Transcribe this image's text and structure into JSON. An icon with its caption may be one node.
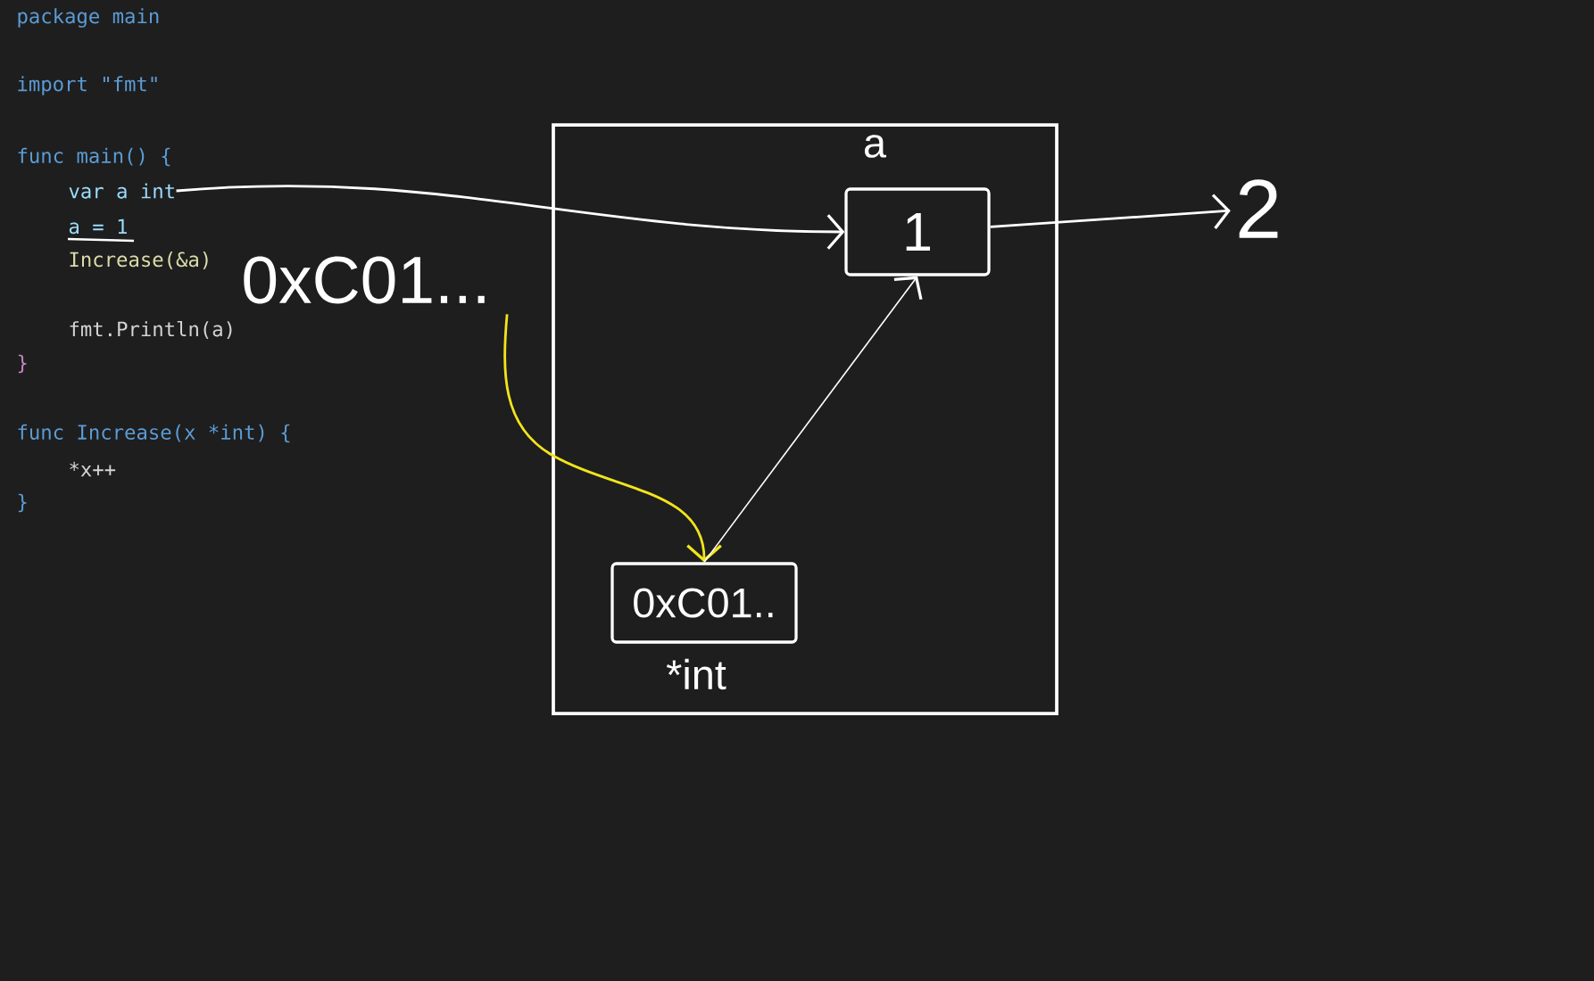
{
  "diagram": {
    "nodes": [
      {
        "text": [],
        "shape": "box"
      },
      {
        "text": [
          "1"
        ],
        "beside": [
          "a"
        ],
        "in": 0
      },
      {
        "text": [
          "0xC01.."
        ],
        "beside": [
          "*int"
        ],
        "in": 0
      },
      {
        "text": [
          "2"
        ]
      },
      {
        "text": [
          "0xC01..."
        ]
      },
      {
        "text": [
          "var a int"
        ]
      }
    ],
    "edges": [
      {
        "from": 5,
        "to": 1,
        "arrow": "to"
      },
      {
        "from": 1,
        "to": 3,
        "arrow": "to"
      },
      {
        "from": 4,
        "to": 2,
        "arrow": "to",
        "color": "#f2e41c"
      },
      {
        "from": 2,
        "to": 1,
        "arrow": "to"
      }
    ],
    "labels": [
      "package main",
      "import \"fmt\"",
      "func main() {",
      "a = 1",
      "Increase(&a)",
      "fmt.Println(a)",
      "}",
      "func Increase(x *int) {",
      "*x++",
      "}"
    ]
  }
}
